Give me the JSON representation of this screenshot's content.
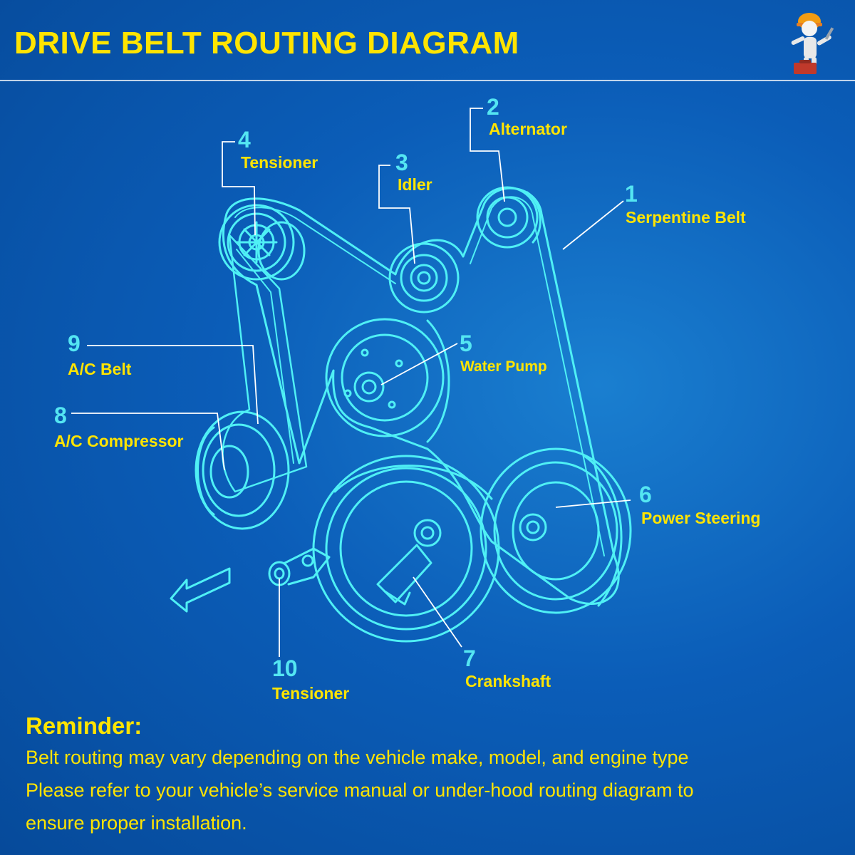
{
  "title": "DRIVE BELT ROUTING DIAGRAM",
  "mascot": {
    "icon": "worker-with-toolbox-icon"
  },
  "components": [
    {
      "number": "1",
      "label": "Serpentine Belt"
    },
    {
      "number": "2",
      "label": "Alternator"
    },
    {
      "number": "3",
      "label": "Idler"
    },
    {
      "number": "4",
      "label": "Tensioner"
    },
    {
      "number": "5",
      "label": "Water Pump"
    },
    {
      "number": "6",
      "label": "Power Steering"
    },
    {
      "number": "7",
      "label": "Crankshaft"
    },
    {
      "number": "8",
      "label": "A/C Compressor"
    },
    {
      "number": "9",
      "label": "A/C Belt"
    },
    {
      "number": "10",
      "label": "Tensioner"
    }
  ],
  "reminder": {
    "heading": "Reminder:",
    "lines": [
      "Belt routing may vary depending on the vehicle make, model, and engine type",
      "Please refer to your vehicle’s service manual or under-hood routing diagram to",
      "ensure proper installation."
    ]
  },
  "colors": {
    "accent_yellow": "#ffe400",
    "line_cyan": "#4ff0f5",
    "background_blue": "#0b5db8"
  }
}
